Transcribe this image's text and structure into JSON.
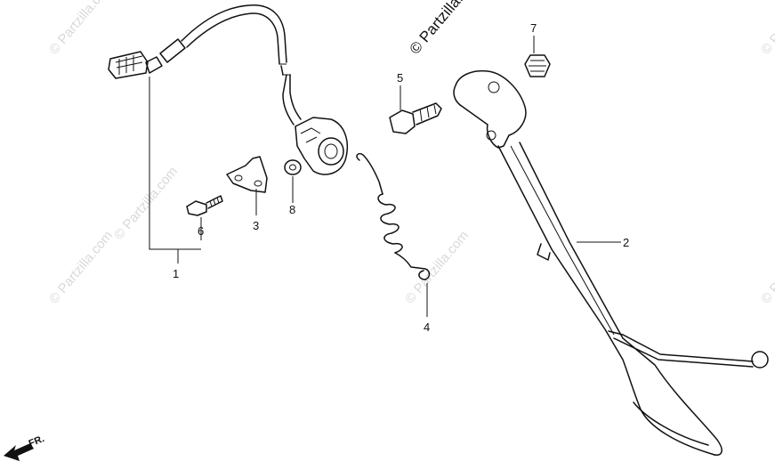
{
  "watermarks": {
    "main": "© Partzilla.com",
    "faint": "© Partzilla.com"
  },
  "direction_indicator": "FR.",
  "callouts": {
    "c1": "1",
    "c2": "2",
    "c3": "3",
    "c4": "4",
    "c5": "5",
    "c6": "6",
    "c7": "7",
    "c8": "8"
  },
  "icons": {
    "direction": "front-arrow-icon"
  }
}
